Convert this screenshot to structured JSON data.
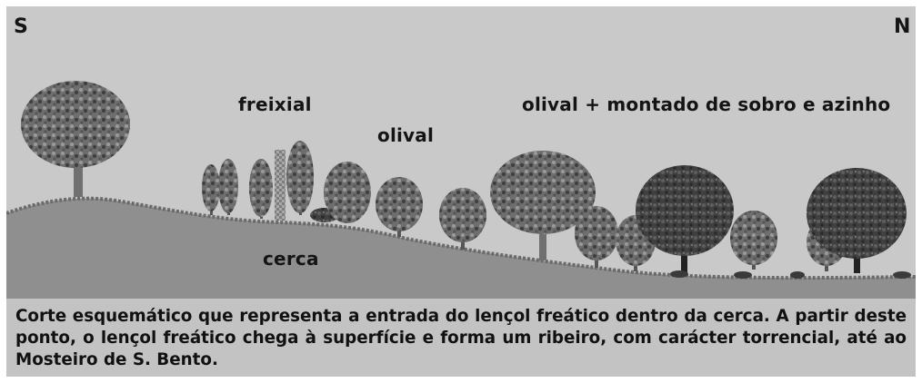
{
  "directions": {
    "south": "S",
    "north": "N"
  },
  "labels": {
    "freixial": "freixial",
    "olival": "olival",
    "olival_montado": "olival + montado de sobro e azinho",
    "cerca": "cerca"
  },
  "caption": "Corte esquemático que representa a entrada do lençol freático dentro da cerca. A partir deste ponto, o lençol freático chega à superfície e forma um ribeiro, com carácter torrencial, até ao Mosteiro de S. Bento.",
  "colors": {
    "sky": "#c9c9c9",
    "ground": "#8f8f8f",
    "foliage_dark": "#4a4a4a",
    "foliage_light": "#7a7a7a",
    "caption_background": "#c3c3c3"
  }
}
